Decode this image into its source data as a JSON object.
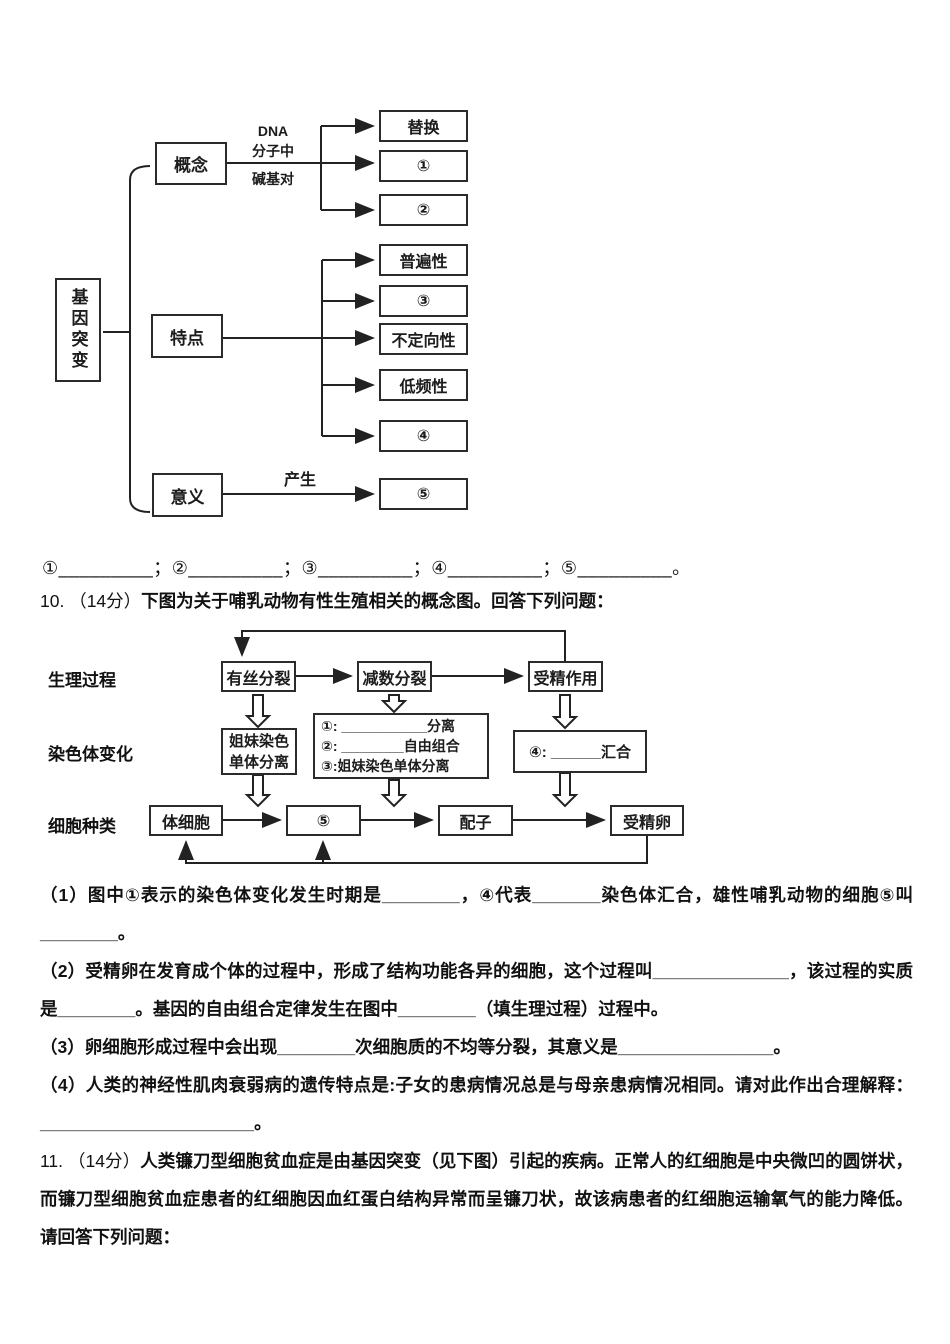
{
  "colors": {
    "background": "#ffffff",
    "ink": "#161616",
    "line": "#222222"
  },
  "diagram1": {
    "root": "基因突变",
    "branch_labels": [
      "概念",
      "特点",
      "意义"
    ],
    "concept_edge_label_lines": [
      "DNA",
      "分子中",
      "碱基对"
    ],
    "meaning_edge_label": "产生",
    "concept_targets": [
      "替换",
      "①",
      "②"
    ],
    "feature_targets": [
      "普遍性",
      "③",
      "不定向性",
      "低频性",
      "④"
    ],
    "meaning_targets": [
      "⑤"
    ]
  },
  "fill_line": "①_________；②_________；③_________；④_________；⑤_________。",
  "q10": {
    "num": "10. （14分）",
    "title": "下图为关于哺乳动物有性生殖相关的概念图。回答下列问题：",
    "questions": [
      "（1）图中①表示的染色体变化发生时期是________，④代表_______染色体汇合，雄性哺乳动物的细胞⑤叫________。",
      "（2）受精卵在发育成个体的过程中，形成了结构功能各异的细胞，这个过程叫______________，该过程的实质是________。基因的自由组合定律发生在图中________（填生理过程）过程中。",
      "（3）卵细胞形成过程中会出现________次细胞质的不均等分裂，其意义是________________。",
      "（4）人类的神经性肌肉衰弱病的遗传特点是:子女的患病情况总是与母亲患病情况相同。请对此作出合理解释：______________________。"
    ]
  },
  "diagram2": {
    "row_labels": [
      "生理过程",
      "染色体变化",
      "细胞种类"
    ],
    "process_nodes": [
      "有丝分裂",
      "减数分裂",
      "受精作用"
    ],
    "chromosome_left_lines": [
      "姐妹染色",
      "单体分离"
    ],
    "chromosome_middle_lines": [
      "①: ___________分离",
      "②: ________自由组合",
      "③:姐妹染色单体分离"
    ],
    "chromosome_right": "④: ______汇合",
    "cell_nodes": [
      "体细胞",
      "⑤",
      "配子",
      "受精卵"
    ]
  },
  "q11": {
    "num": "11. （14分）",
    "text": "人类镰刀型细胞贫血症是由基因突变（见下图）引起的疾病。正常人的红细胞是中央微凹的圆饼状，而镰刀型细胞贫血症患者的红细胞因血红蛋白结构异常而呈镰刀状，故该病患者的红细胞运输氧气的能力降低。请回答下列问题："
  }
}
